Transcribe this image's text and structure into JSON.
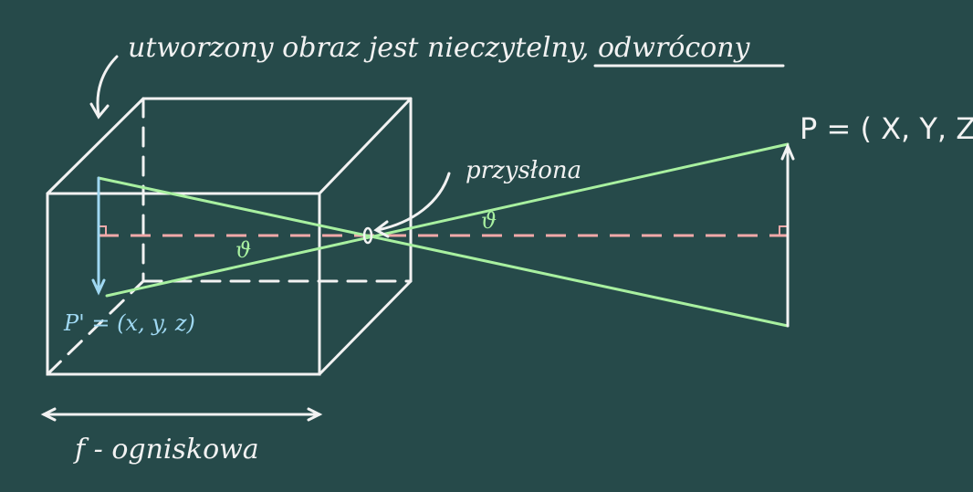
{
  "board": {
    "background": "#264a4a",
    "colors": {
      "chalk": "#f2f2f2",
      "ray": "#a8f0a0",
      "axis": "#f2a9a9",
      "image_point": "#9fd8f2"
    }
  },
  "annotations": {
    "top_note": "utworzony obraz jest nieczytelny, odwrócony",
    "pinhole_label": "przysłona",
    "angle_right": "ϑ",
    "angle_left": "ϑ",
    "point_object": "P = ( X, Y, Z)",
    "point_image": "P' = (x, y, z)",
    "focal_label": "f - ogniskowa"
  }
}
